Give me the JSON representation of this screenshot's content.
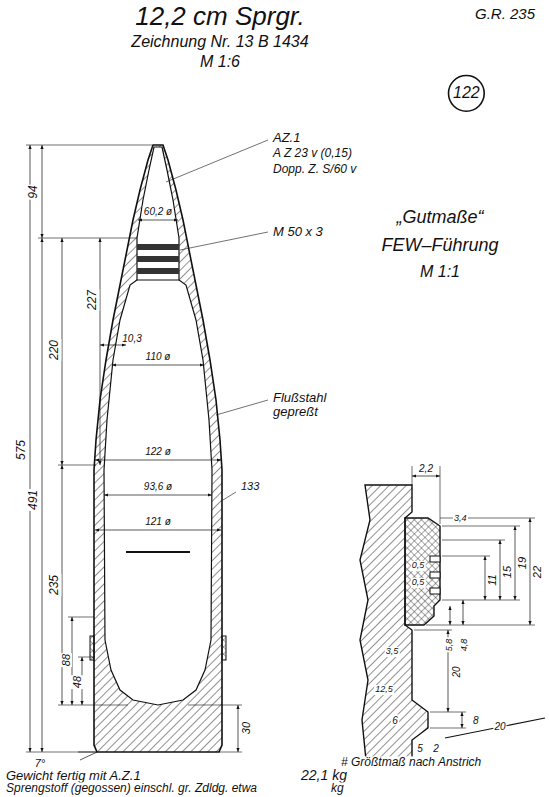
{
  "diagram": {
    "title": "12,2 cm Sprgr.",
    "nodes": [
      {
        "text": [
          "122"
        ]
      }
    ],
    "labels": [
      "G.R. 235",
      "Zeichnung Nr. 13 B 1434",
      "M 1:6",
      "AZ.1",
      "A Z 23 v (0,15)",
      "Dopp. Z. S/60 v",
      "M 50 x 3",
      "Flußstahl gepreßt",
      "„Gutmaße“",
      "FEW–Führung",
      "M 1:1",
      "575",
      "94",
      "491",
      "220",
      "227",
      "235",
      "88",
      "48",
      "30",
      "7°",
      "60,2 ø",
      "10,3",
      "110 ø",
      "122 ø",
      "93,6 ø",
      "133",
      "121 ø",
      "2,2",
      "3,4",
      "22",
      "19",
      "15",
      "11",
      "5,8",
      "4,8",
      "0,5",
      "0,5",
      "3,5",
      "12,5",
      "20",
      "8",
      "6",
      "20",
      "5",
      "2",
      "# Größtmaß nach Anstrich",
      "Gewicht fertig mit A.Z.1",
      "22,1 kg",
      "Sprengstoff (gegossen) einschl. gr. Zdldg. etwa",
      "kg"
    ]
  }
}
